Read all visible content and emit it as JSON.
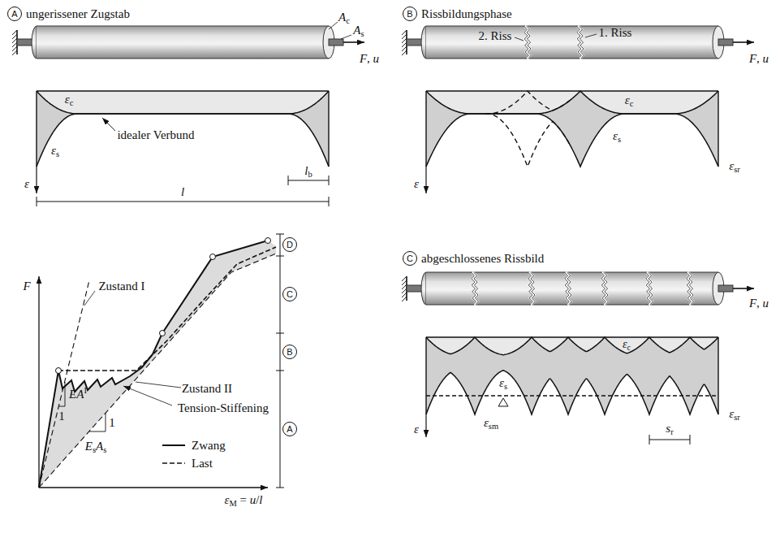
{
  "diagram": {
    "nodes": [
      {
        "text": [
          "A"
        ]
      },
      {
        "text": [
          "B"
        ]
      },
      {
        "text": [
          "C"
        ]
      },
      {
        "text": [
          "D"
        ]
      },
      {
        "text": [
          "C"
        ]
      },
      {
        "text": [
          "B"
        ]
      },
      {
        "text": [
          "A"
        ]
      }
    ],
    "labels": [
      "ungerissener Zugstab",
      "Ac",
      "As",
      "F, u",
      "εc",
      "idealer Verbund",
      "εs",
      "ε",
      "lb",
      "l",
      "Rissbildungsphase",
      "2. Riss",
      "1. Riss",
      "F, u",
      "εc",
      "εs",
      "εsr",
      "ε",
      "F",
      "Zustand I",
      "EAI",
      "1",
      "Zustand II",
      "Tension-Stiffening",
      "EsAs",
      "1",
      "εM = u/l",
      "abgeschlossenes Rissbild",
      "F, u",
      "εc",
      "εs",
      "εsm",
      "εsr",
      "sr",
      "ε"
    ],
    "legend": [
      {
        "text": "Zwang"
      },
      {
        "text": "Last"
      }
    ]
  }
}
